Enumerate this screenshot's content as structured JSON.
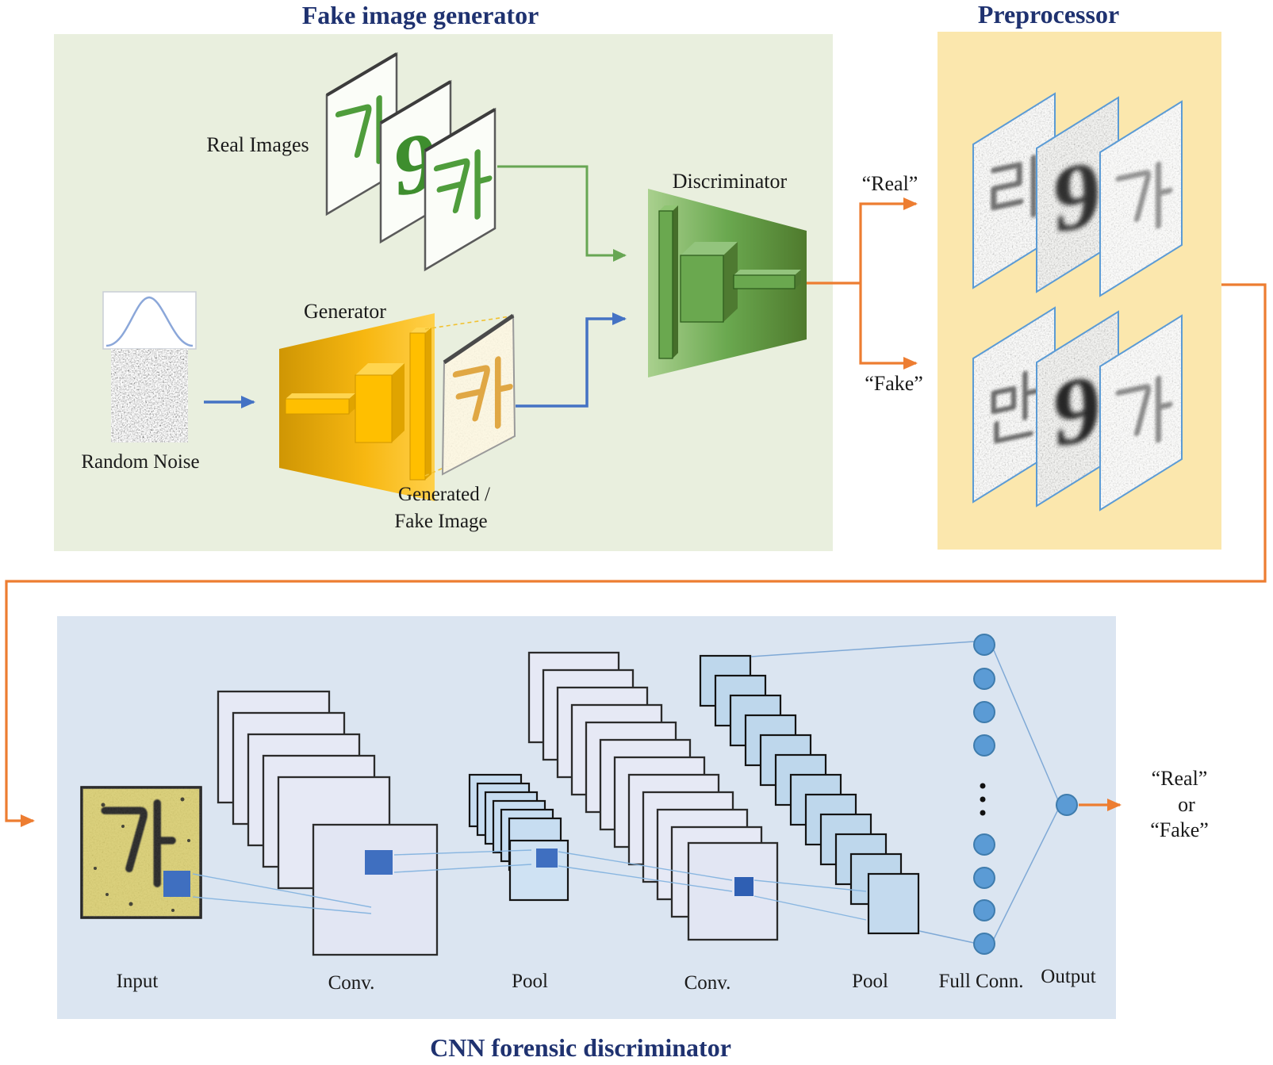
{
  "titles": {
    "generator_panel": "Fake image generator",
    "preprocessor_panel": "Preprocessor",
    "cnn_panel": "CNN forensic discriminator"
  },
  "gan": {
    "real_images_label": "Real Images",
    "random_noise_label": "Random Noise",
    "generator_label": "Generator",
    "discriminator_label": "Discriminator",
    "generated_label_line1": "Generated /",
    "generated_label_line2": "Fake Image",
    "real_cards": [
      {
        "char": "가"
      },
      {
        "char": "9"
      },
      {
        "char": "카"
      }
    ],
    "generated_char": "카",
    "decision_real": "“Real”",
    "decision_fake": "“Fake”"
  },
  "preprocessor": {
    "real_cards": [
      {
        "char": "리"
      },
      {
        "char": "9"
      },
      {
        "char": "가"
      }
    ],
    "fake_cards": [
      {
        "char": "만"
      },
      {
        "char": "9"
      },
      {
        "char": "가"
      }
    ]
  },
  "cnn": {
    "input_char": "가",
    "labels": {
      "input": "Input",
      "conv1": "Conv.",
      "pool1": "Pool",
      "conv2": "Conv.",
      "pool2": "Pool",
      "full_conn": "Full Conn.",
      "output": "Output"
    },
    "result": {
      "line1": "“Real”",
      "line2": "or",
      "line3": "“Fake”"
    }
  },
  "colors": {
    "accent_orange": "#ed7d31",
    "accent_blue": "#4472c4",
    "accent_green": "#67a653",
    "panel_green": "#e9efde",
    "panel_yellow": "#fbe7ad",
    "panel_blue": "#dbe5f1",
    "title_navy": "#1f3270"
  }
}
